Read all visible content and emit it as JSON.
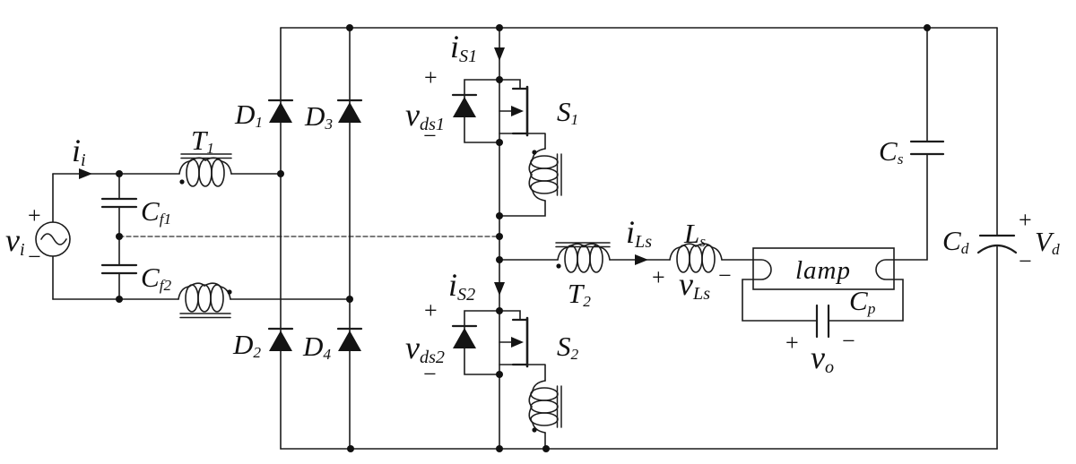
{
  "colors": {
    "ink": "#1c1c1c",
    "background": "#ffffff"
  },
  "labels": {
    "vi": {
      "base": "v",
      "sub": "i",
      "plus": "+",
      "minus": "−"
    },
    "ii": {
      "base": "i",
      "sub": "i"
    },
    "T1": {
      "base": "T",
      "sub": "1"
    },
    "Cf1": {
      "base": "C",
      "sub": "f1"
    },
    "Cf2": {
      "base": "C",
      "sub": "f2"
    },
    "D1": {
      "base": "D",
      "sub": "1"
    },
    "D2": {
      "base": "D",
      "sub": "2"
    },
    "D3": {
      "base": "D",
      "sub": "3"
    },
    "D4": {
      "base": "D",
      "sub": "4"
    },
    "iS1": {
      "base": "i",
      "sub": "S1"
    },
    "iS2": {
      "base": "i",
      "sub": "S2"
    },
    "vds1": {
      "base": "v",
      "sub": "ds1",
      "plus": "+",
      "minus": "−"
    },
    "vds2": {
      "base": "v",
      "sub": "ds2",
      "plus": "+",
      "minus": "−"
    },
    "S1": {
      "base": "S",
      "sub": "1"
    },
    "S2": {
      "base": "S",
      "sub": "2"
    },
    "T2": {
      "base": "T",
      "sub": "2"
    },
    "iLs": {
      "base": "i",
      "sub": "Ls"
    },
    "Ls": {
      "base": "L",
      "sub": "s"
    },
    "vLs": {
      "base": "v",
      "sub": "Ls",
      "plus": "+",
      "minus": "−"
    },
    "lamp": {
      "text": "lamp"
    },
    "Cp": {
      "base": "C",
      "sub": "p"
    },
    "vo": {
      "base": "v",
      "sub": "o",
      "plus": "+",
      "minus": "−"
    },
    "Cs": {
      "base": "C",
      "sub": "s"
    },
    "Cd": {
      "base": "C",
      "sub": "d"
    },
    "Vd": {
      "base": "V",
      "sub": "d",
      "plus": "+",
      "minus": "−"
    }
  }
}
